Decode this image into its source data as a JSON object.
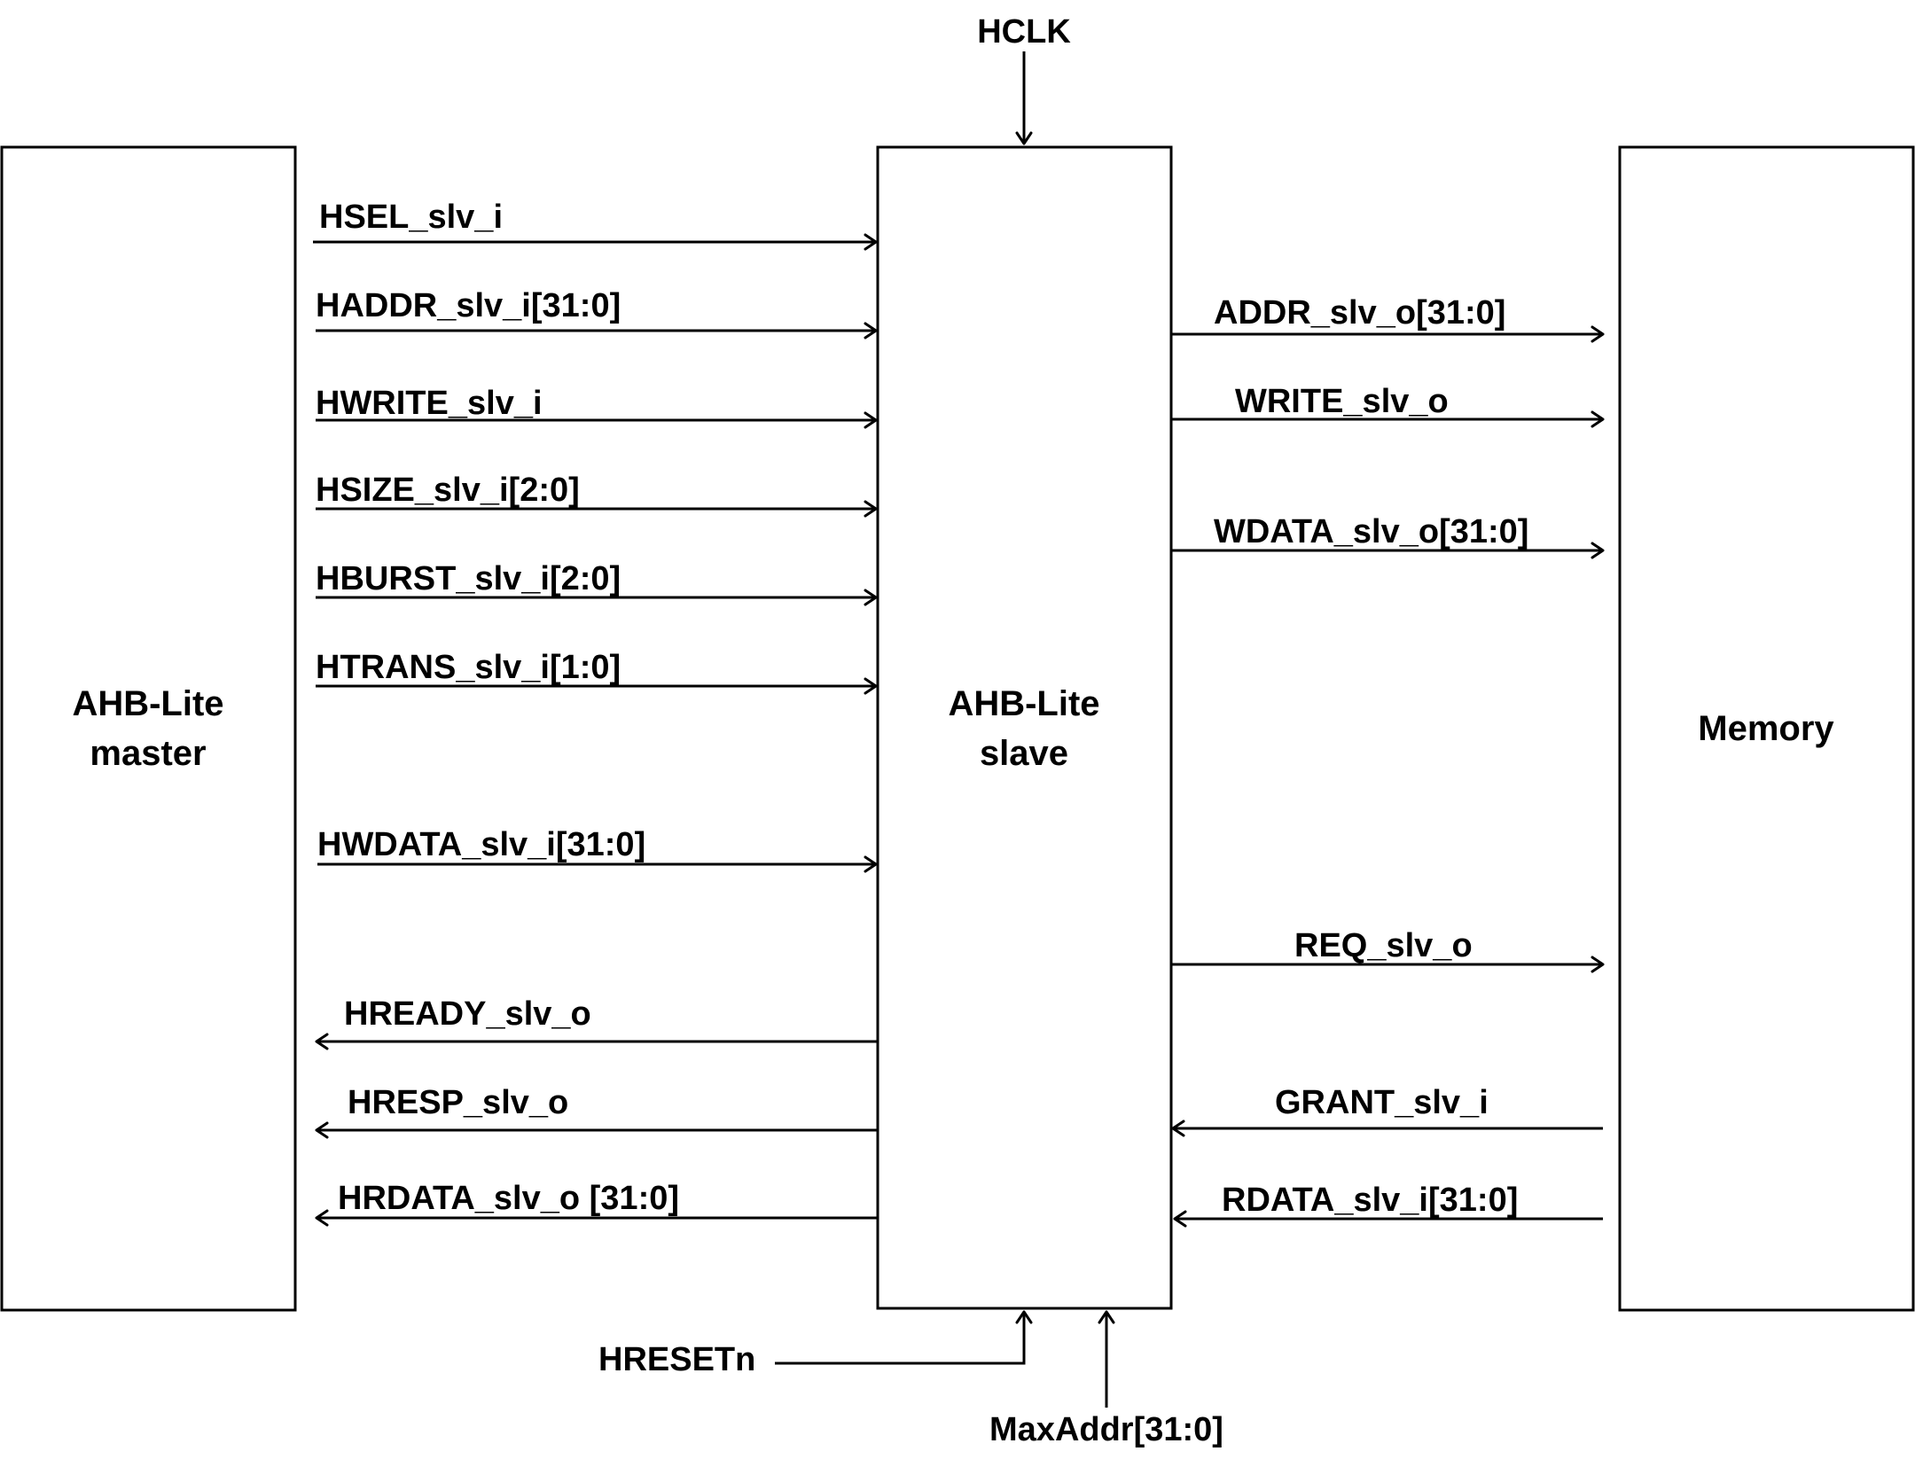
{
  "blocks": {
    "master": [
      "AHB-Lite",
      "master"
    ],
    "slave": [
      "AHB-Lite",
      "slave"
    ],
    "memory": [
      "Memory"
    ]
  },
  "clock": "HCLK",
  "reset": "HRESETn",
  "max_addr": "MaxAddr[31:0]",
  "master_to_slave": [
    "HSEL_slv_i",
    "HADDR_slv_i[31:0]",
    "HWRITE_slv_i",
    "HSIZE_slv_i[2:0]",
    "HBURST_slv_i[2:0]",
    "HTRANS_slv_i[1:0]",
    "HWDATA_slv_i[31:0]"
  ],
  "slave_to_master": [
    "HREADY_slv_o",
    "HRESP_slv_o",
    "HRDATA_slv_o [31:0]"
  ],
  "slave_to_memory": [
    "ADDR_slv_o[31:0]",
    "WRITE_slv_o",
    "WDATA_slv_o[31:0]",
    "REQ_slv_o"
  ],
  "memory_to_slave": [
    "GRANT_slv_i",
    "RDATA_slv_i[31:0]"
  ]
}
